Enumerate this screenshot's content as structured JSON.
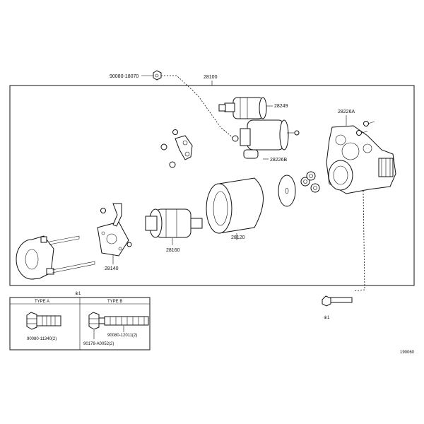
{
  "labels": {
    "top_bolt": "90080-18070",
    "assembly": "28100",
    "solenoid": "28249",
    "switch": "28226B",
    "housing": "28226A",
    "armature": "28160",
    "yoke": "28120",
    "brush_holder": "28140",
    "bottom_ref": "※1",
    "inset_ref": "※1",
    "type_a": "TYPE A",
    "type_b": "TYPE B",
    "part_a": "90080-11340(2)",
    "part_b1": "90080-12011(2)",
    "part_b2": "90178-A0052(2)",
    "drawing_id": "190060"
  }
}
